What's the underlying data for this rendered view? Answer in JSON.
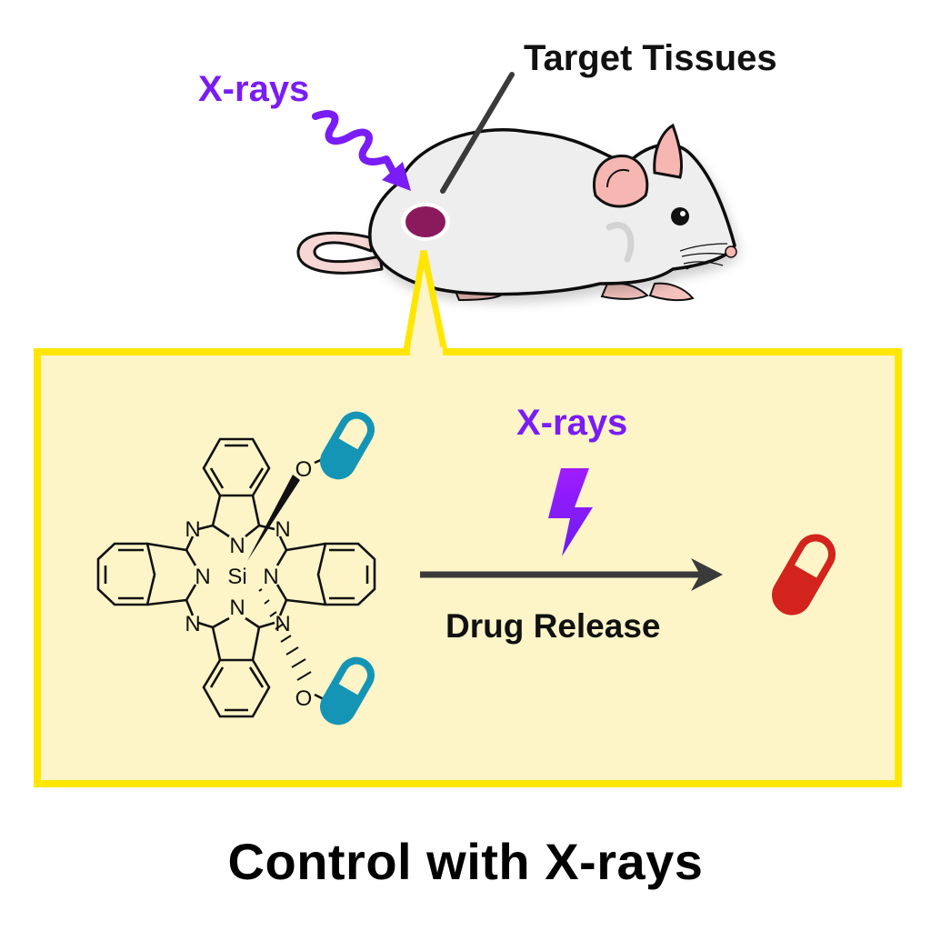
{
  "figure": {
    "title": "Control with X-rays",
    "top": {
      "xray_label": "X-rays",
      "target_label": "Target Tissues",
      "subject": "mouse",
      "target_spot_color": "#8b1a5c"
    },
    "callout_box": {
      "border_color": "#ffe600",
      "fill_color": "#fdf5c8",
      "xray_label": "X-rays",
      "reaction_label": "Drug Release",
      "molecule": {
        "name": "silicon phthalocyanine",
        "center_atom": "Si",
        "ring_atoms": [
          "N",
          "N",
          "N",
          "N",
          "N",
          "N",
          "N",
          "N"
        ],
        "axial_ligand_atom": "O",
        "axial_ligands": 2
      },
      "caged_drug_color": "#1595b5",
      "released_drug_color": "#d2231c",
      "lightning_color": "#7a1cf5",
      "arrow_color": "#3a3a3a"
    }
  }
}
